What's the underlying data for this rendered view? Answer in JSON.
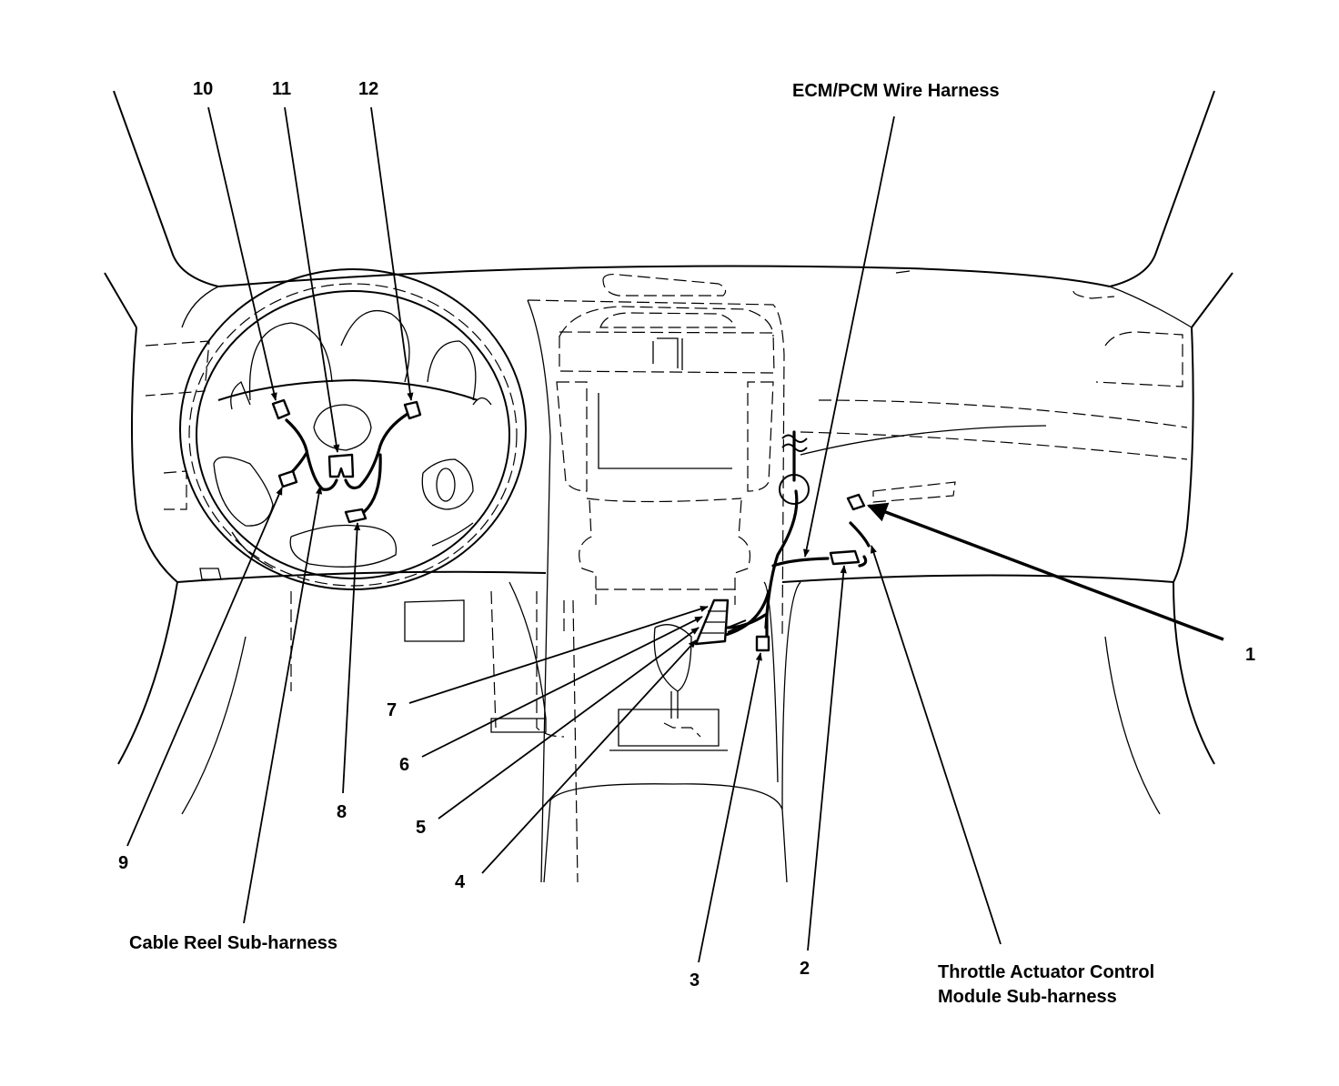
{
  "diagram": {
    "title_labels": {
      "ecm_pcm_wire_harness": "ECM/PCM Wire Harness",
      "cable_reel_sub_harness": "Cable Reel Sub-harness",
      "throttle_line1": "Throttle Actuator Control",
      "throttle_line2": "Module Sub-harness"
    },
    "callouts": [
      {
        "id": "1",
        "label": "1"
      },
      {
        "id": "2",
        "label": "2"
      },
      {
        "id": "3",
        "label": "3"
      },
      {
        "id": "4",
        "label": "4"
      },
      {
        "id": "5",
        "label": "5"
      },
      {
        "id": "6",
        "label": "6"
      },
      {
        "id": "7",
        "label": "7"
      },
      {
        "id": "8",
        "label": "8"
      },
      {
        "id": "9",
        "label": "9"
      },
      {
        "id": "10",
        "label": "10"
      },
      {
        "id": "11",
        "label": "11"
      },
      {
        "id": "12",
        "label": "12"
      }
    ],
    "colors": {
      "line": "#000000",
      "background": "#ffffff"
    }
  }
}
